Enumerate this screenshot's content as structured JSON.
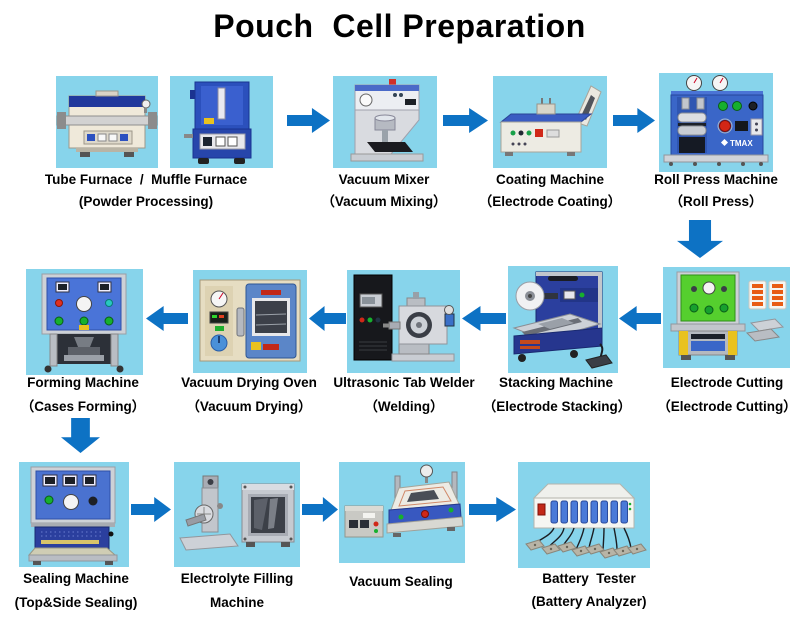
{
  "title": "Pouch  Cell Preparation",
  "colors": {
    "page_bg": "#ffffff",
    "tile_bg": "#87d4eb",
    "arrow": "#0d72c4",
    "text": "#000000"
  },
  "machines": {
    "roll_press_brand": "TMAX"
  },
  "steps": {
    "furnace": {
      "line1": "Tube Furnace  /  Muffle Furnace",
      "line2": "(Powder Processing)"
    },
    "mixer": {
      "line1": "Vacuum Mixer",
      "line2": "（Vacuum Mixing）"
    },
    "coating": {
      "line1": "Coating Machine",
      "line2": "（Electrode Coating）"
    },
    "roll_press": {
      "line1": "Roll Press Machine",
      "line2": "（Roll Press）"
    },
    "cutting": {
      "line1": "Electrode Cutting",
      "line2": "（Electrode Cutting）"
    },
    "stacking": {
      "line1": "Stacking Machine",
      "line2": "（Electrode Stacking）"
    },
    "welder": {
      "line1": "Ultrasonic Tab Welder",
      "line2": "（Welding）"
    },
    "drying": {
      "line1": "Vacuum Drying Oven",
      "line2": "（Vacuum Drying）"
    },
    "forming": {
      "line1": "Forming Machine",
      "line2": "（Cases Forming）"
    },
    "sealing": {
      "line1": "Sealing Machine",
      "line2": "(Top&Side Sealing)"
    },
    "filling": {
      "line1": "Electrolyte Filling",
      "line2": "Machine"
    },
    "vac_seal": {
      "line1": "Vacuum Sealing",
      "line2": ""
    },
    "tester": {
      "line1": "Battery  Tester",
      "line2": "(Battery Analyzer)"
    }
  }
}
